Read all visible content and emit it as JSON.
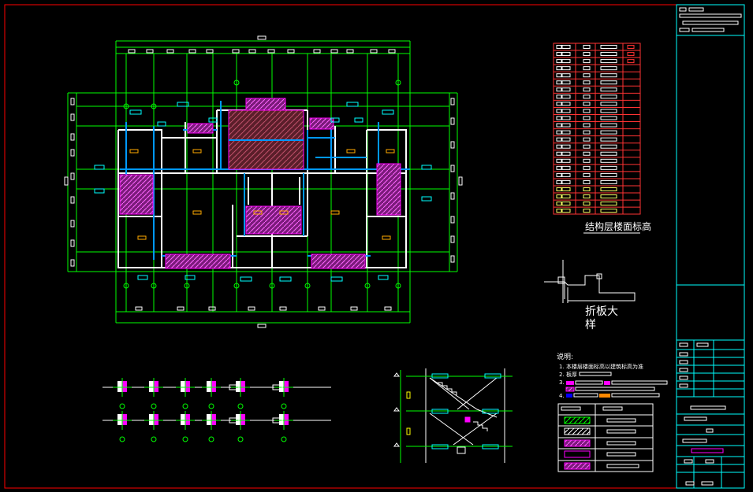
{
  "drawing": {
    "table_title": "结构层楼面标高",
    "detail_title_line1": "折板大",
    "detail_title_line2": "样",
    "notes_heading": "说明:",
    "notes_markers": [
      "1.",
      "2.",
      "3.",
      "4."
    ],
    "notes_fragment_1": "本楼层楼面标高以建筑标高为准",
    "notes_fragment_2": "板厚",
    "colors": {
      "frame": "#ff0000",
      "wall": "#ffffff",
      "grid": "#00ff00",
      "dim": "#00ff00",
      "beam": "#0099ff",
      "fill": "#ff00ff",
      "annot": "#00ffff",
      "brown": "#cc3333",
      "yellow": "#ffff00"
    }
  }
}
